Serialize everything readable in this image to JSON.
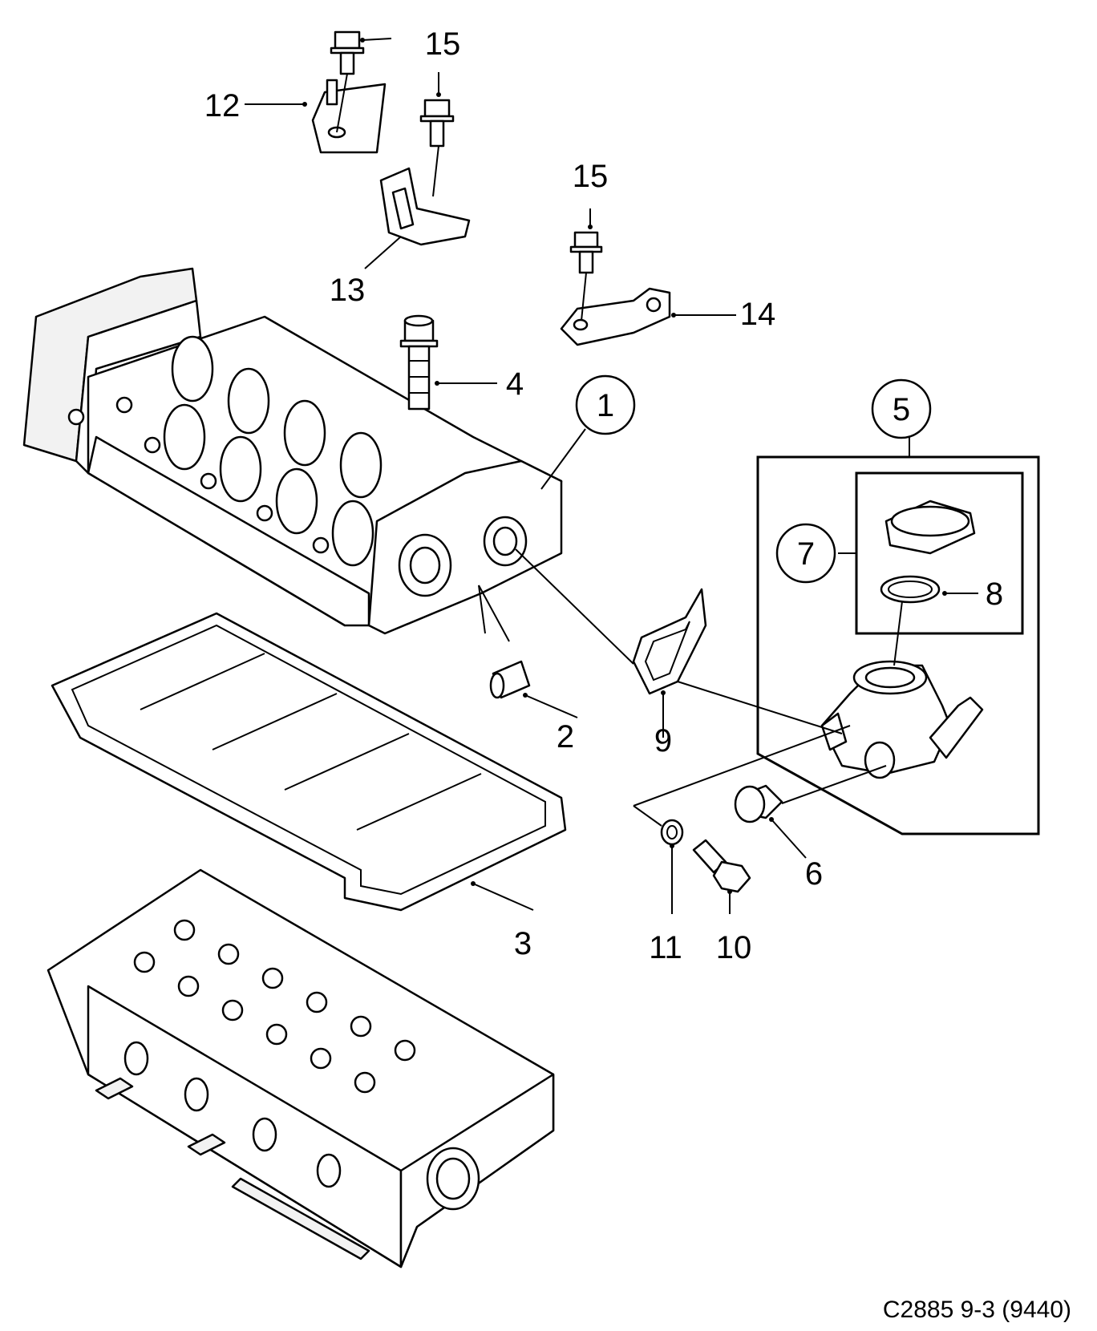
{
  "diagram": {
    "reference": "C2885 9-3 (9440)",
    "callouts": [
      "1",
      "2",
      "3",
      "4",
      "5",
      "6",
      "7",
      "8",
      "9",
      "10",
      "11",
      "12",
      "13",
      "14",
      "15",
      "15"
    ]
  }
}
